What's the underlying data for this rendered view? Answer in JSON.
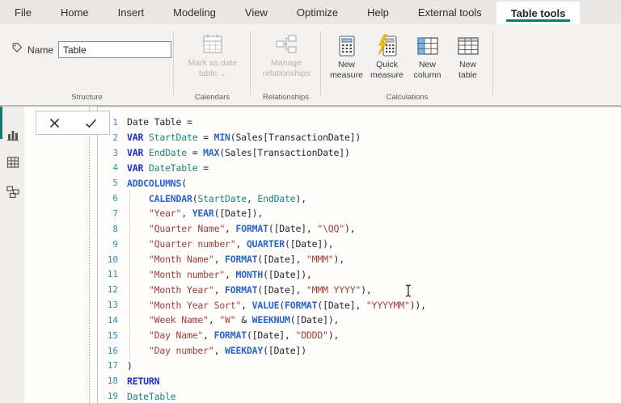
{
  "menu": {
    "items": [
      {
        "label": "File"
      },
      {
        "label": "Home"
      },
      {
        "label": "Insert"
      },
      {
        "label": "Modeling"
      },
      {
        "label": "View"
      },
      {
        "label": "Optimize"
      },
      {
        "label": "Help"
      },
      {
        "label": "External tools"
      },
      {
        "label": "Table tools"
      }
    ],
    "active": "Table tools"
  },
  "ribbon": {
    "structure": {
      "name_label": "Name",
      "name_value": "Table",
      "group": "Structure"
    },
    "calendars": {
      "button_line1": "Mark as date",
      "button_line2": "table",
      "chevron": "⌄",
      "group": "Calendars"
    },
    "relationships": {
      "button_line1": "Manage",
      "button_line2": "relationships",
      "group": "Relationships"
    },
    "calculations": {
      "buttons": [
        {
          "line1": "New",
          "line2": "measure"
        },
        {
          "line1": "Quick",
          "line2": "measure"
        },
        {
          "line1": "New",
          "line2": "column"
        },
        {
          "line1": "New",
          "line2": "table"
        }
      ],
      "group": "Calculations"
    }
  },
  "editor": {
    "lines": [
      {
        "n": 1,
        "segs": [
          [
            "Date Table =",
            "p"
          ]
        ]
      },
      {
        "n": 2,
        "segs": [
          [
            "VAR ",
            "k"
          ],
          [
            "StartDate",
            "v"
          ],
          [
            " = ",
            "p"
          ],
          [
            "MIN",
            "f"
          ],
          [
            "(Sales[TransactionDate])",
            "p"
          ]
        ]
      },
      {
        "n": 3,
        "segs": [
          [
            "VAR ",
            "k"
          ],
          [
            "EndDate",
            "v"
          ],
          [
            " = ",
            "p"
          ],
          [
            "MAX",
            "f"
          ],
          [
            "(Sales[TransactionDate])",
            "p"
          ]
        ]
      },
      {
        "n": 4,
        "segs": [
          [
            "VAR ",
            "k"
          ],
          [
            "DateTable",
            "v"
          ],
          [
            " =",
            "p"
          ]
        ]
      },
      {
        "n": 5,
        "segs": [
          [
            "ADDCOLUMNS",
            "f"
          ],
          [
            "(",
            "p"
          ]
        ]
      },
      {
        "n": 6,
        "segs": [
          [
            "    ",
            "p"
          ],
          [
            "CALENDAR",
            "f"
          ],
          [
            "(",
            "p"
          ],
          [
            "StartDate",
            "v"
          ],
          [
            ", ",
            "p"
          ],
          [
            "EndDate",
            "v"
          ],
          [
            "),",
            "p"
          ]
        ]
      },
      {
        "n": 7,
        "segs": [
          [
            "    ",
            "p"
          ],
          [
            "\"Year\"",
            "s"
          ],
          [
            ", ",
            "p"
          ],
          [
            "YEAR",
            "f"
          ],
          [
            "([Date]),",
            "p"
          ]
        ]
      },
      {
        "n": 8,
        "segs": [
          [
            "    ",
            "p"
          ],
          [
            "\"Quarter Name\"",
            "s"
          ],
          [
            ", ",
            "p"
          ],
          [
            "FORMAT",
            "f"
          ],
          [
            "([Date], ",
            "p"
          ],
          [
            "\"\\QQ\"",
            "s"
          ],
          [
            "),",
            "p"
          ]
        ]
      },
      {
        "n": 9,
        "segs": [
          [
            "    ",
            "p"
          ],
          [
            "\"Quarter number\"",
            "s"
          ],
          [
            ", ",
            "p"
          ],
          [
            "QUARTER",
            "f"
          ],
          [
            "([Date]),",
            "p"
          ]
        ]
      },
      {
        "n": 10,
        "segs": [
          [
            "    ",
            "p"
          ],
          [
            "\"Month Name\"",
            "s"
          ],
          [
            ", ",
            "p"
          ],
          [
            "FORMAT",
            "f"
          ],
          [
            "([Date], ",
            "p"
          ],
          [
            "\"MMM\"",
            "s"
          ],
          [
            "),",
            "p"
          ]
        ]
      },
      {
        "n": 11,
        "segs": [
          [
            "    ",
            "p"
          ],
          [
            "\"Month number\"",
            "s"
          ],
          [
            ", ",
            "p"
          ],
          [
            "MONTH",
            "f"
          ],
          [
            "([Date]),",
            "p"
          ]
        ]
      },
      {
        "n": 12,
        "segs": [
          [
            "    ",
            "p"
          ],
          [
            "\"Month Year\"",
            "s"
          ],
          [
            ", ",
            "p"
          ],
          [
            "FORMAT",
            "f"
          ],
          [
            "([Date], ",
            "p"
          ],
          [
            "\"MMM YYYY\"",
            "s"
          ],
          [
            "),",
            "p"
          ]
        ]
      },
      {
        "n": 13,
        "segs": [
          [
            "    ",
            "p"
          ],
          [
            "\"Month Year Sort\"",
            "s"
          ],
          [
            ", ",
            "p"
          ],
          [
            "VALUE",
            "f"
          ],
          [
            "(",
            "p"
          ],
          [
            "FORMAT",
            "f"
          ],
          [
            "([Date], ",
            "p"
          ],
          [
            "\"YYYYMM\"",
            "s"
          ],
          [
            ")),",
            "p"
          ]
        ]
      },
      {
        "n": 14,
        "segs": [
          [
            "    ",
            "p"
          ],
          [
            "\"Week Name\"",
            "s"
          ],
          [
            ", ",
            "p"
          ],
          [
            "\"W\"",
            "s"
          ],
          [
            " & ",
            "p"
          ],
          [
            "WEEKNUM",
            "f"
          ],
          [
            "([Date]),",
            "p"
          ]
        ]
      },
      {
        "n": 15,
        "segs": [
          [
            "    ",
            "p"
          ],
          [
            "\"Day Name\"",
            "s"
          ],
          [
            ", ",
            "p"
          ],
          [
            "FORMAT",
            "f"
          ],
          [
            "([Date], ",
            "p"
          ],
          [
            "\"DDDD\"",
            "s"
          ],
          [
            "),",
            "p"
          ]
        ]
      },
      {
        "n": 16,
        "segs": [
          [
            "    ",
            "p"
          ],
          [
            "\"Day number\"",
            "s"
          ],
          [
            ", ",
            "p"
          ],
          [
            "WEEKDAY",
            "f"
          ],
          [
            "([Date])",
            "p"
          ]
        ]
      },
      {
        "n": 17,
        "segs": [
          [
            ")",
            "p"
          ]
        ]
      },
      {
        "n": 18,
        "segs": [
          [
            "RETURN",
            "k"
          ]
        ]
      },
      {
        "n": 19,
        "segs": [
          [
            "DateTable",
            "v"
          ]
        ]
      }
    ]
  },
  "colors": {
    "accent_teal": "#0f7b70",
    "keyword_blue": "#1b2ec5",
    "function_blue": "#2b64c8",
    "variable_teal": "#17857d",
    "string_red": "#9c4037",
    "plain_code": "#24242c",
    "line_number_blue": "#2b91af"
  }
}
